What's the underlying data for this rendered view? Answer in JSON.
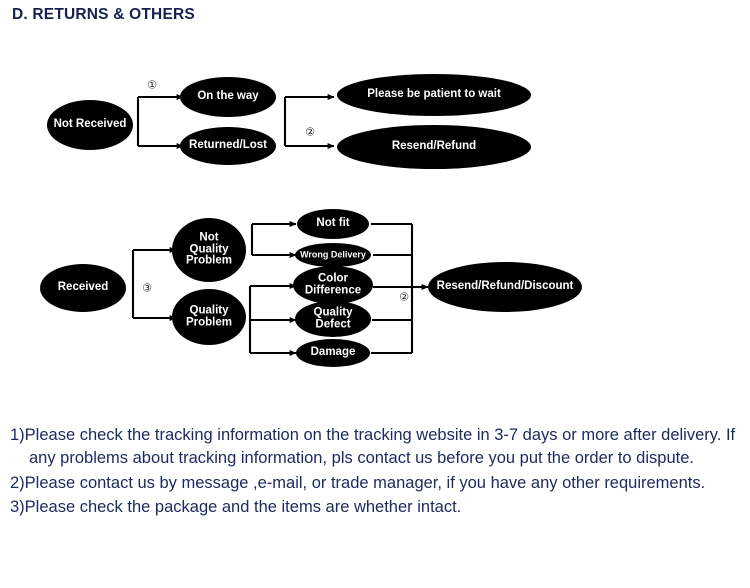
{
  "page": {
    "title": "D. RETURNS & OTHERS",
    "title_color": "#16214e",
    "text_color": "#1b2a5e",
    "node_fill": "#000000",
    "node_text_color": "#ffffff",
    "background": "#ffffff"
  },
  "chart_data": {
    "type": "diagram",
    "title": "D. RETURNS & OTHERS",
    "diagrams": [
      {
        "name": "not-received-flow",
        "root": "Not Received",
        "marker": "①",
        "branches": [
          {
            "label": "On the way",
            "marker": "",
            "outcome": "Please be patient to wait"
          },
          {
            "label": "Returned/Lost",
            "marker": "②",
            "outcome": "Resend/Refund"
          }
        ]
      },
      {
        "name": "received-flow",
        "root": "Received",
        "marker": "③",
        "branches": [
          {
            "label": "Not Quality Problem",
            "reasons": [
              "Not fit",
              "Wrong Delivery"
            ]
          },
          {
            "label": "Quality Problem",
            "reasons": [
              "Color Difference",
              "Quality Defect",
              "Damage"
            ]
          }
        ],
        "merge_marker": "②",
        "outcome": "Resend/Refund/Discount"
      }
    ]
  },
  "nodes": {
    "not_received": "Not Received",
    "on_the_way": "On the way",
    "returned_lost": "Returned/Lost",
    "please_wait": "Please be patient to wait",
    "resend_refund": "Resend/Refund",
    "received": "Received",
    "not_quality_problem": "Not\nQuality\nProblem",
    "quality_problem": "Quality\nProblem",
    "not_fit": "Not fit",
    "wrong_delivery": "Wrong Delivery",
    "color_difference": "Color\nDifference",
    "quality_defect": "Quality\nDefect",
    "damage": "Damage",
    "resend_refund_discount": "Resend/Refund/Discount"
  },
  "markers": {
    "one": "①",
    "two_top": "②",
    "three": "③",
    "two_bottom": "②"
  },
  "notes": [
    {
      "num": "1)",
      "text": "Please check the tracking information on the tracking website in 3-7 days or more after delivery. If any problems about tracking   information, pls contact us before you put the order to dispute."
    },
    {
      "num": "2)",
      "text": "Please contact us by message ,e-mail, or trade manager, if you have any other requirements."
    },
    {
      "num": "3)",
      "text": "Please check the package and the items are whether intact."
    }
  ]
}
